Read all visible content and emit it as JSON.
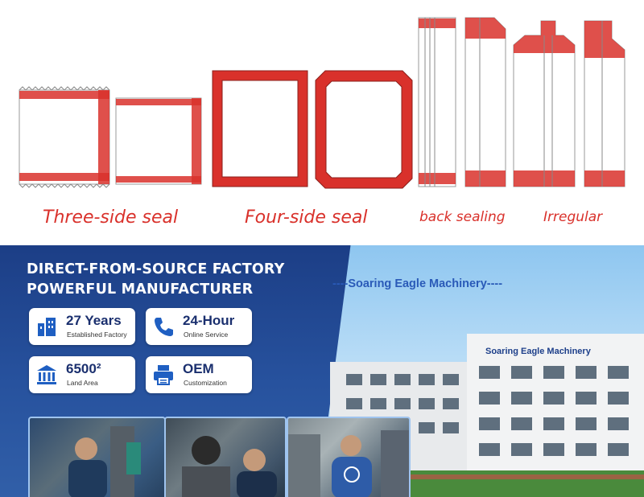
{
  "seal_types": {
    "three_side": "Three-side seal",
    "four_side": "Four-side seal",
    "back_sealing": "back sealing",
    "irregular": "Irregular"
  },
  "colors": {
    "seal_red": "#d9312b",
    "banner_blue": "#1c3e86",
    "badge_icon_blue": "#1f5fc2",
    "tagline_blue": "#2a5ab8"
  },
  "banner": {
    "headline_line1": "DIRECT-FROM-SOURCE FACTORY",
    "headline_line2": "POWERFUL MANUFACTURER",
    "tagline": "----Soaring Eagle Machinery----",
    "building_sign": "Soaring Eagle Machinery",
    "badges": [
      {
        "value": "27 Years",
        "caption": "Established Factory",
        "icon": "building-icon"
      },
      {
        "value": "24-Hour",
        "caption": "Online Service",
        "icon": "phone-icon"
      },
      {
        "value": "6500²",
        "caption": "Land Area",
        "icon": "bank-icon"
      },
      {
        "value": "OEM",
        "caption": "Customization",
        "icon": "printer-icon"
      }
    ]
  }
}
